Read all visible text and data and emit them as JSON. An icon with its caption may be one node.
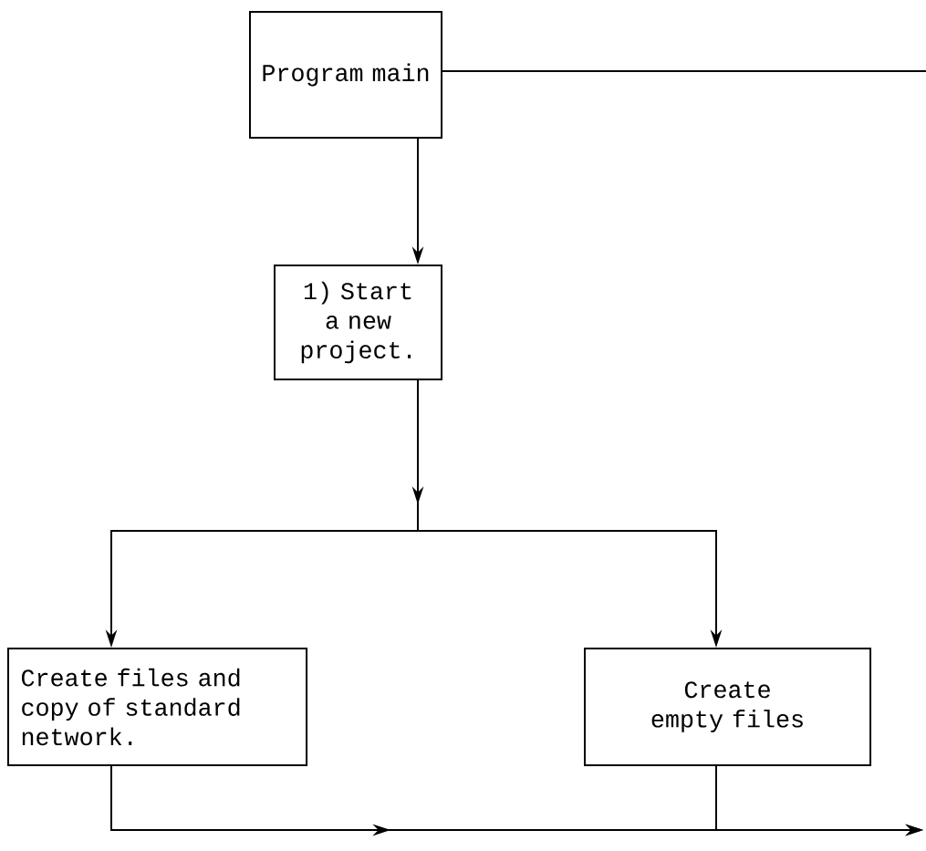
{
  "diagram": {
    "nodes": [
      {
        "text": [
          "Program main"
        ]
      },
      {
        "text": [
          "1) Start a new project."
        ]
      },
      {
        "text": [
          "Create files and copy of standard network."
        ]
      },
      {
        "text": [
          "Create empty files"
        ]
      }
    ],
    "edges": [
      {
        "from": 0,
        "to": 1,
        "arrow": "to"
      },
      {
        "from": 1,
        "to": 2,
        "arrow": "to"
      },
      {
        "from": 1,
        "to": 3,
        "arrow": "to"
      },
      {
        "from": 0,
        "to": null,
        "arrow": "none"
      },
      {
        "from": 2,
        "to": null,
        "arrow": "to"
      },
      {
        "from": 3,
        "to": null,
        "arrow": "to"
      }
    ]
  }
}
